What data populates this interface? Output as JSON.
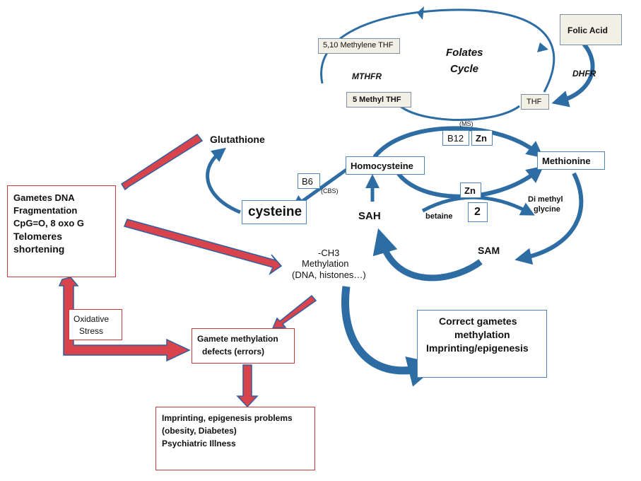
{
  "folates": {
    "title_line1": "Folates",
    "title_line2": "Cycle",
    "methylene_thf": "5,10 Methylene THF",
    "mthfr": "MTHFR",
    "methyl_thf": "5 Methyl THF",
    "folic_acid": "Folic Acid",
    "dhfr": "DHFR",
    "thf": "THF",
    "ms": "(MS)"
  },
  "cofactors": {
    "b12": "B12",
    "zn_top": "Zn",
    "zn_mid": "Zn",
    "b6": "B6",
    "cbs": "(CBS)",
    "two": "2"
  },
  "metabolites": {
    "glutathione": "Glutathione",
    "homocysteine": "Homocysteine",
    "methionine": "Methionine",
    "cysteine": "cysteine",
    "sah": "SAH",
    "sam": "SAM",
    "betaine": "betaine",
    "dimethyl_glycine_line1": "Di methyl",
    "dimethyl_glycine_line2": "glycine"
  },
  "methylation": {
    "line1": "-CH3",
    "line2": "Methylation",
    "line3": "(DNA, histones…)"
  },
  "gametes_dna": {
    "line1": "Gametes  DNA",
    "line2": "Fragmentation",
    "line3": "CpG=O, 8 oxo G",
    "line4": "Telomeres",
    "line5": "shortening"
  },
  "oxidative_stress": {
    "line1": "Oxidative",
    "line2": "Stress"
  },
  "gamete_defects": {
    "line1": "Gamete methylation",
    "line2": "defects (errors)"
  },
  "correct_gametes": {
    "line1": "Correct gametes",
    "line2": "methylation",
    "line3": "Imprinting/epigenesis"
  },
  "imprinting": {
    "line1": "Imprinting, epigenesis  problems",
    "line2": "(obesity, Diabetes)",
    "line3": "Psychiatric Illness"
  },
  "colors": {
    "blue_arrow": "#2e6da4",
    "red_arrow": "#d9434b",
    "red_border": "#cc3b3b",
    "blue_border": "#4f86b9"
  }
}
